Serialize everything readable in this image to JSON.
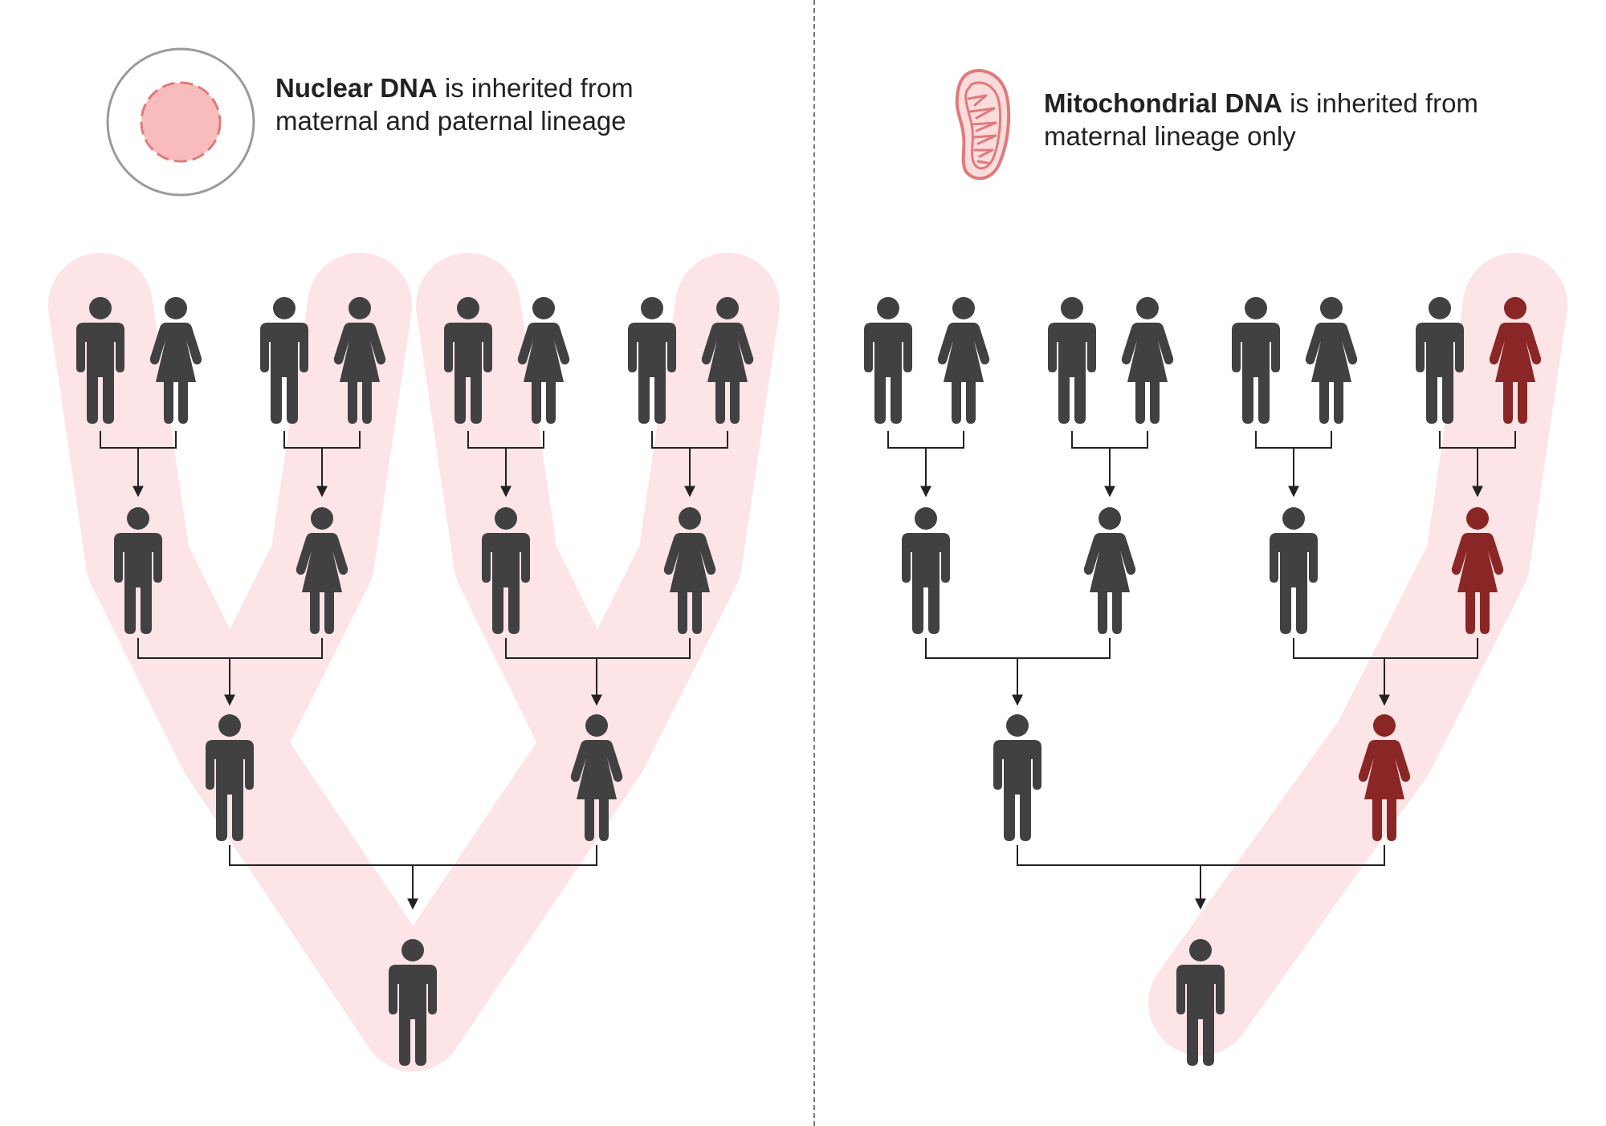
{
  "colors": {
    "figure": "#414141",
    "maternal_figure": "#8b2626",
    "lineage_band": "#fde4e6",
    "connector": "#222222",
    "nucleus_fill": "#f9bcbc",
    "nucleus_stroke": "#e07a7a",
    "mitochondrion": "#e07a7a"
  },
  "left": {
    "caption_bold": "Nuclear DNA",
    "caption_rest": " is inherited from maternal and paternal lineage",
    "icon": "cell-nucleus-icon"
  },
  "right": {
    "caption_bold": "Mitochondrial DNA",
    "caption_rest": " is inherited from maternal lineage only",
    "icon": "mitochondrion-icon"
  },
  "people_icons": {
    "male": "male-person-icon",
    "female": "female-person-icon"
  }
}
